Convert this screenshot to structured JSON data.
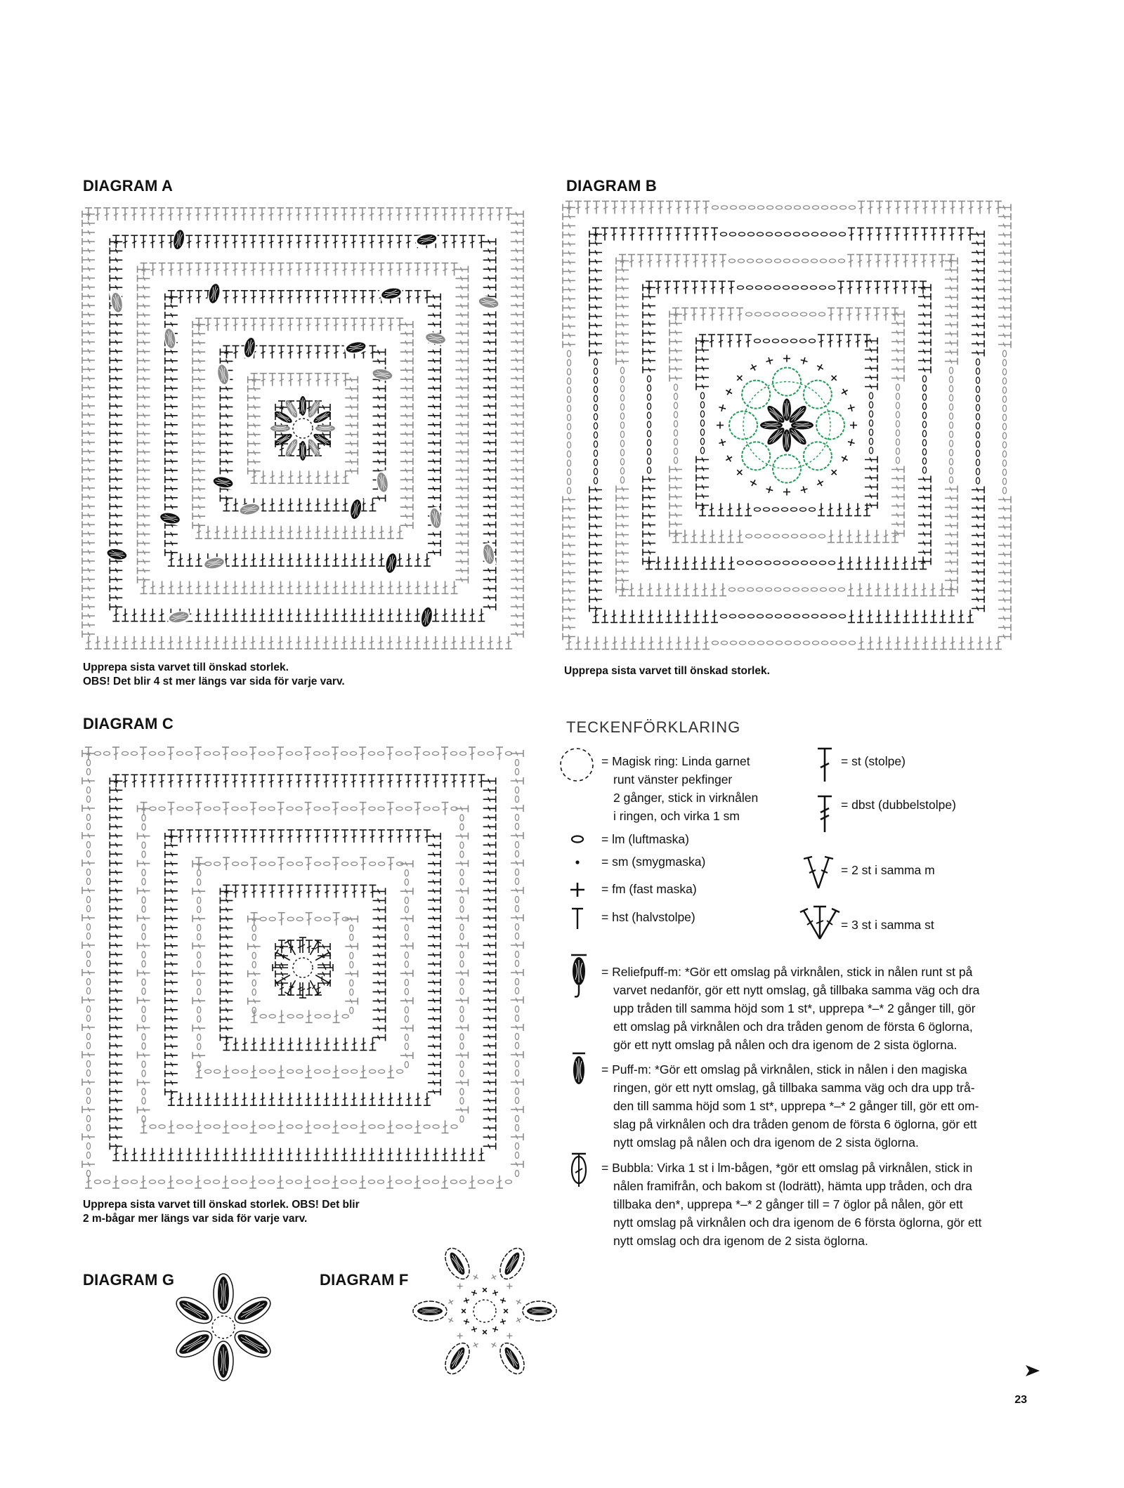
{
  "diagrams": {
    "a": {
      "title": "DIAGRAM A",
      "note": [
        "Upprepa sista varvet till önskad storlek.",
        "OBS! Det blir 4 st mer längs var sida för varje varv."
      ]
    },
    "b": {
      "title": "DIAGRAM B",
      "note": [
        "Upprepa sista varvet till önskad storlek."
      ]
    },
    "c": {
      "title": "DIAGRAM C",
      "note": [
        "Upprepa sista varvet till önskad storlek. OBS! Det blir",
        "2  m-bågar mer längs var sida för varje varv."
      ]
    },
    "g": {
      "title": "DIAGRAM G"
    },
    "f": {
      "title": "DIAGRAM F"
    }
  },
  "legend": {
    "title": "TECKENFÖRKLARING",
    "items": [
      {
        "symbol": "magic-ring",
        "text": [
          "= Magisk ring: Linda garnet",
          "runt vänster pekfinger",
          "2 gånger, stick in virknålen",
          "i ringen, och virka 1 sm"
        ]
      },
      {
        "symbol": "chain",
        "text": [
          "= lm (luftmaska)"
        ]
      },
      {
        "symbol": "slip-stitch",
        "text": [
          "= sm (smygmaska)"
        ]
      },
      {
        "symbol": "single-crochet",
        "text": [
          "= fm (fast maska)"
        ]
      },
      {
        "symbol": "half-double",
        "text": [
          "= hst (halvstolpe)"
        ]
      },
      {
        "symbol": "double-crochet",
        "text": [
          "= st (stolpe)"
        ]
      },
      {
        "symbol": "treble",
        "text": [
          "= dbst (dubbelstolpe)"
        ]
      },
      {
        "symbol": "two-in-same",
        "text": [
          "= 2 st i samma m"
        ]
      },
      {
        "symbol": "three-in-same",
        "text": [
          "= 3 st i samma st"
        ]
      },
      {
        "symbol": "relief-puff",
        "text": [
          "= Reliefpuff-m: *Gör ett omslag på virknålen, stick in nålen runt st på",
          "varvet nedanför, gör ett nytt omslag, gå tillbaka samma väg och dra",
          "upp tråden till samma höjd som 1 st*, upprepa *–* 2 gånger till, gör",
          "ett omslag på virknålen och dra tråden genom de första 6 öglorna,",
          "gör ett nytt omslag på nålen och dra igenom de 2 sista öglorna."
        ]
      },
      {
        "symbol": "puff",
        "text": [
          "= Puff-m: *Gör ett omslag på virknålen, stick in nålen i den magiska",
          "ringen, gör ett nytt omslag, gå tillbaka samma väg och dra upp trå-",
          "den till samma höjd som 1 st*, upprepa *–* 2 gånger till, gör ett om-",
          "slag på virknålen och dra tråden genom de första 6 öglorna, gör ett",
          "nytt omslag på nålen och dra igenom de 2 sista öglorna."
        ]
      },
      {
        "symbol": "bubble",
        "text": [
          "= Bubbla: Virka 1 st i lm-bågen, *gör ett omslag på virknålen, stick in",
          "nålen framifrån, och bakom st (lodrätt), hämta upp tråden, och dra",
          "tillbaka den*, upprepa *–* 2 gånger till = 7 öglor på nålen, gör ett",
          "nytt omslag på virknålen och dra igenom de 6 första öglorna, gör ett",
          "nytt omslag och dra igenom de 2 sista öglorna."
        ]
      }
    ]
  },
  "page_number": "23",
  "colors": {
    "ink": "#111111",
    "grey": "#8a8a8a",
    "green": "#1f9a55"
  }
}
